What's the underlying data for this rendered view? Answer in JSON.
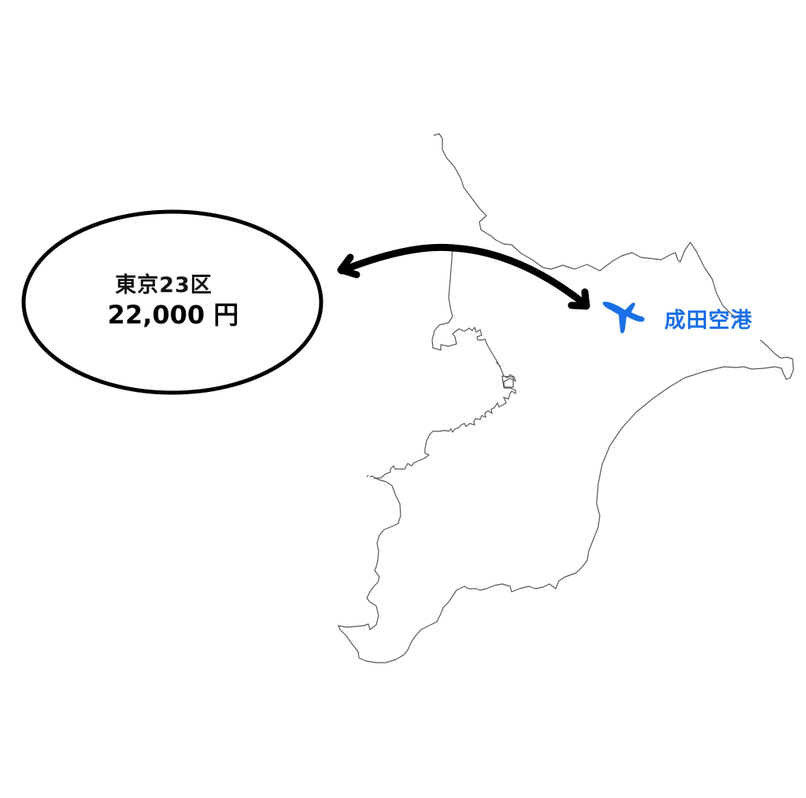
{
  "origin": {
    "name": "東京23区",
    "price": "22,000 円"
  },
  "destination": {
    "name": "成田空港",
    "icon": "airplane-icon"
  },
  "colors": {
    "accent": "#1a6fe6",
    "outline": "#555555",
    "arrow": "#000000",
    "ellipse": "#000000"
  },
  "map": {
    "region": "Chiba Prefecture outline",
    "connector": "double-headed curved arrow"
  }
}
